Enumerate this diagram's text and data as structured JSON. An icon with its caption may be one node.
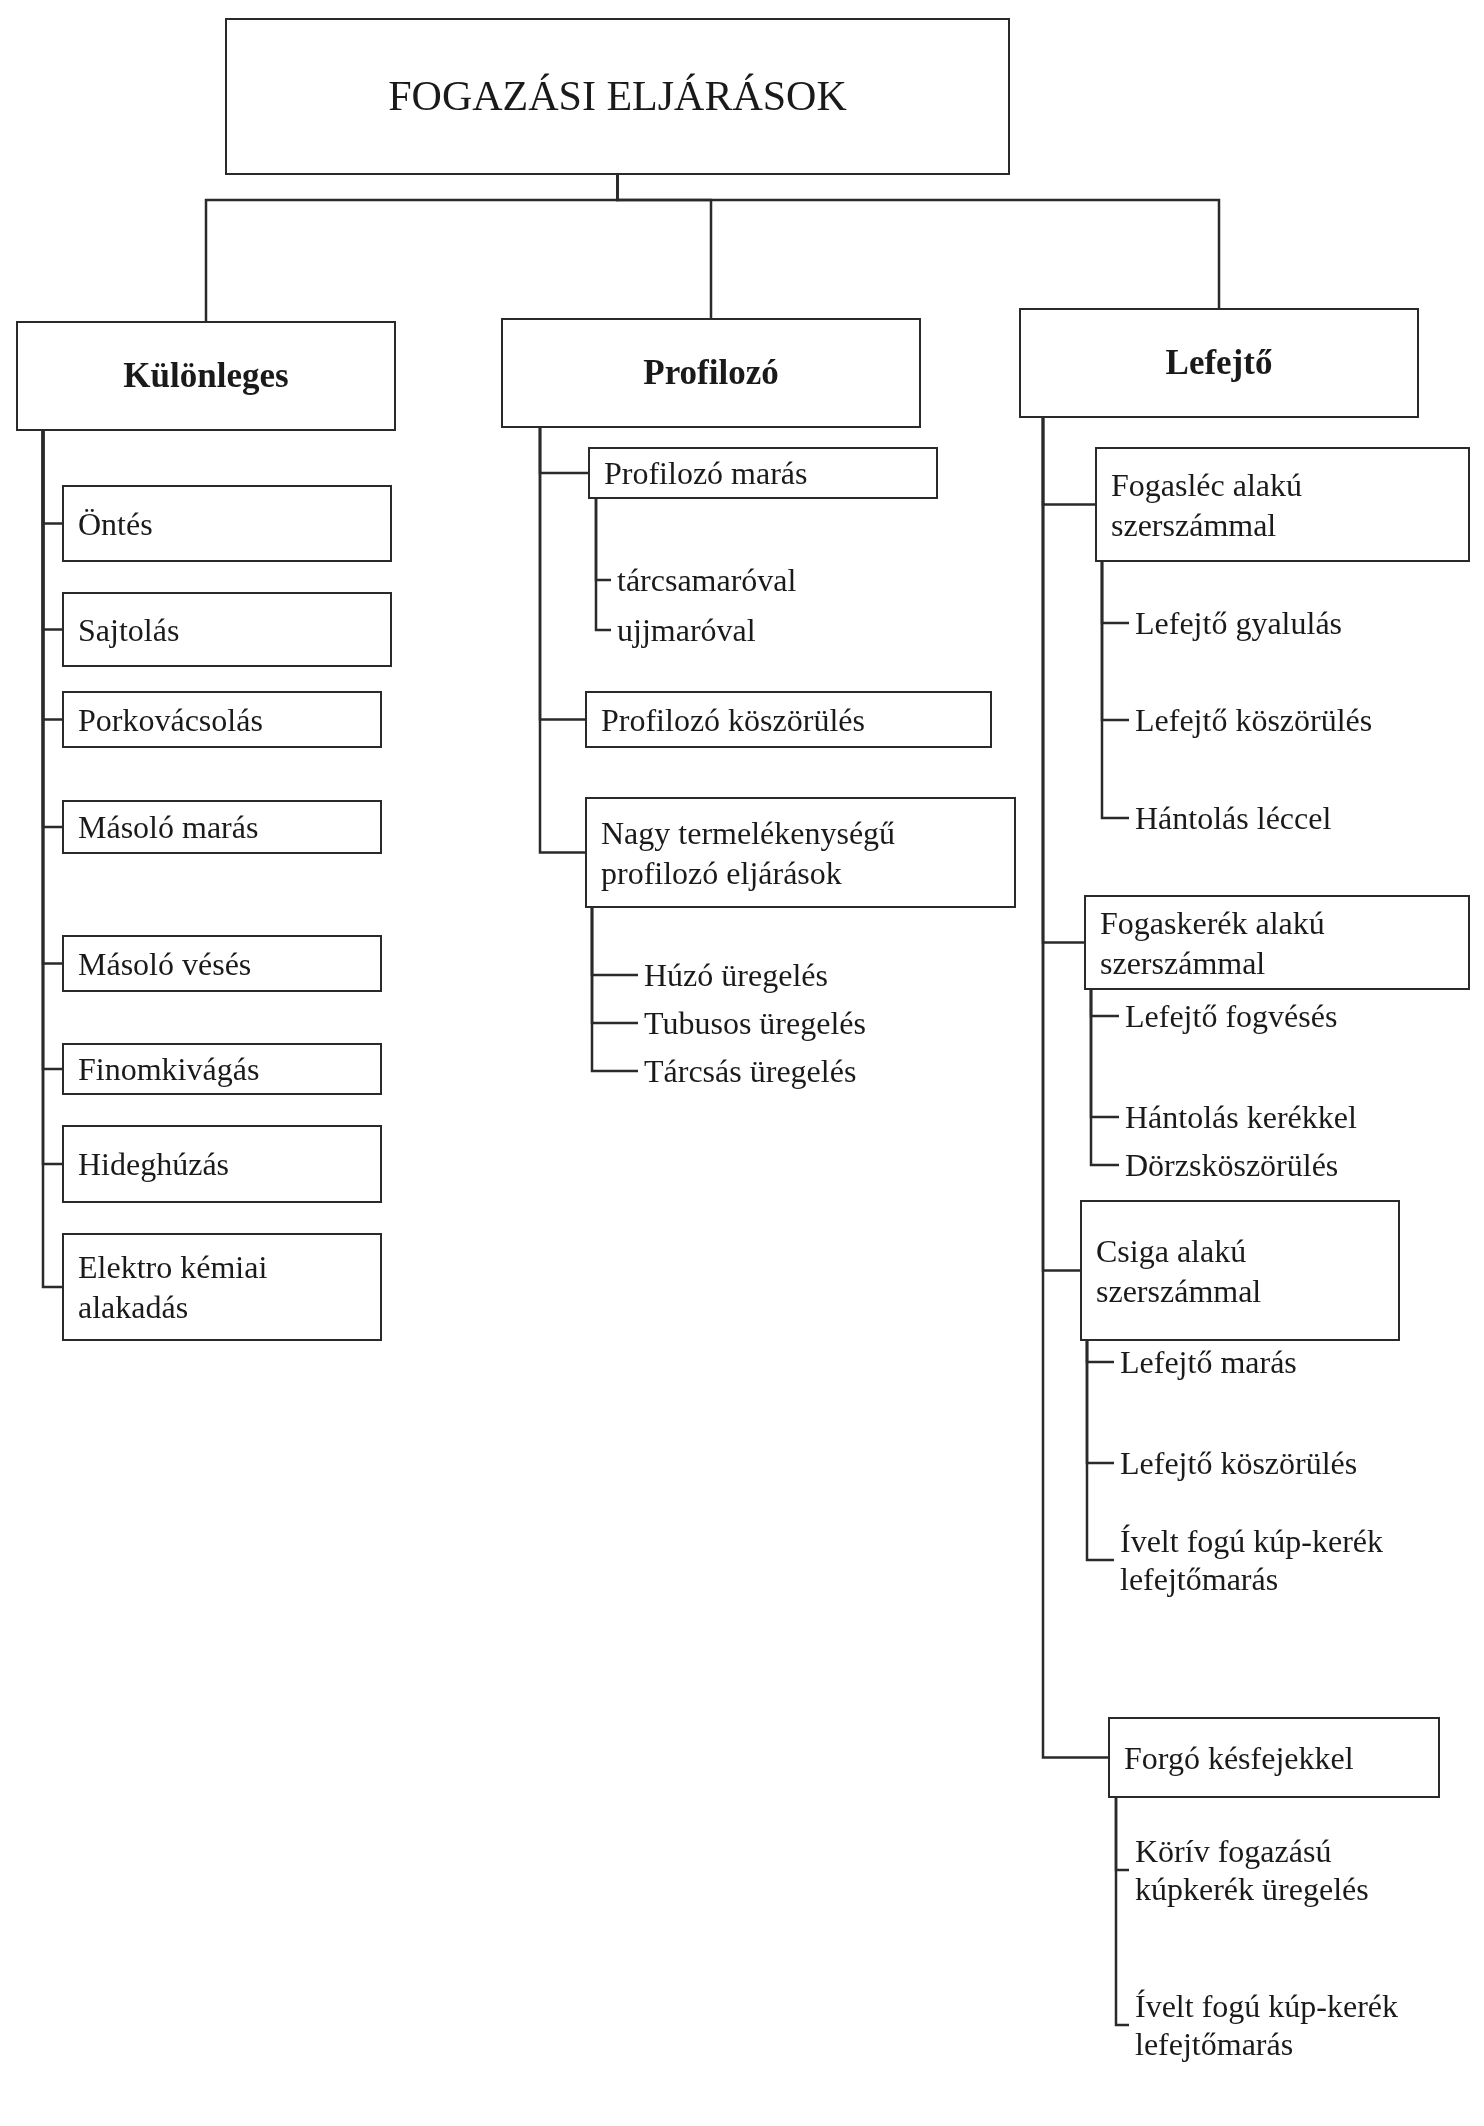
{
  "diagram": {
    "nodes": [
      {
        "text": [
          "FOGAZÁSI ELJÁRÁSOK"
        ]
      },
      {
        "text": [
          "Különleges"
        ]
      },
      {
        "text": [
          "Öntés"
        ]
      },
      {
        "text": [
          "Sajtolás"
        ]
      },
      {
        "text": [
          "Porkovácsolás"
        ]
      },
      {
        "text": [
          "Másoló marás"
        ]
      },
      {
        "text": [
          "Másoló vésés"
        ]
      },
      {
        "text": [
          "Finomkivágás"
        ]
      },
      {
        "text": [
          "Hideghúzás"
        ]
      },
      {
        "text": [
          "Elektro kémiai alakadás"
        ]
      },
      {
        "text": [
          "Profilozó"
        ]
      },
      {
        "text": [
          "Profilozó marás"
        ]
      },
      {
        "text": [
          "tárcsamaróval"
        ]
      },
      {
        "text": [
          "ujjmaróval"
        ]
      },
      {
        "text": [
          "Profilozó köszörülés"
        ]
      },
      {
        "text": [
          "Nagy termelékenységű profilozó eljárások"
        ]
      },
      {
        "text": [
          "Húzó üregelés"
        ]
      },
      {
        "text": [
          "Tubusos üregelés"
        ]
      },
      {
        "text": [
          "Tárcsás üregelés"
        ]
      },
      {
        "text": [
          "Lefejtő"
        ]
      },
      {
        "text": [
          "Fogasléc alakú szerszámmal"
        ]
      },
      {
        "text": [
          "Lefejtő gyalulás"
        ]
      },
      {
        "text": [
          "Lefejtő köszörülés"
        ]
      },
      {
        "text": [
          "Hántolás léccel"
        ]
      },
      {
        "text": [
          "Fogaskerék alakú szerszámmal"
        ]
      },
      {
        "text": [
          "Lefejtő fogvésés"
        ]
      },
      {
        "text": [
          "Hántolás kerékkel"
        ]
      },
      {
        "text": [
          "Dörzsköszörülés"
        ]
      },
      {
        "text": [
          "Csiga alakú szerszámmal"
        ]
      },
      {
        "text": [
          "Lefejtő marás"
        ]
      },
      {
        "text": [
          "Lefejtő köszörülés"
        ]
      },
      {
        "text": [
          "Ívelt fogú kúp-kerék lefejtőmarás"
        ]
      },
      {
        "text": [
          "Forgó késfejekkel"
        ]
      },
      {
        "text": [
          "Körív fogazású kúpkerék üregelés"
        ]
      },
      {
        "text": [
          "Ívelt fogú kúp-kerék lefejtőmarás"
        ]
      }
    ],
    "edges": [
      {
        "from": 0,
        "to": 1,
        "arrow": "none"
      },
      {
        "from": 0,
        "to": 10,
        "arrow": "none"
      },
      {
        "from": 0,
        "to": 19,
        "arrow": "none"
      },
      {
        "from": 1,
        "to": 2,
        "arrow": "none"
      },
      {
        "from": 1,
        "to": 3,
        "arrow": "none"
      },
      {
        "from": 1,
        "to": 4,
        "arrow": "none"
      },
      {
        "from": 1,
        "to": 5,
        "arrow": "none"
      },
      {
        "from": 1,
        "to": 6,
        "arrow": "none"
      },
      {
        "from": 1,
        "to": 7,
        "arrow": "none"
      },
      {
        "from": 1,
        "to": 8,
        "arrow": "none"
      },
      {
        "from": 1,
        "to": 9,
        "arrow": "none"
      },
      {
        "from": 10,
        "to": 11,
        "arrow": "none"
      },
      {
        "from": 11,
        "to": 12,
        "arrow": "none"
      },
      {
        "from": 11,
        "to": 13,
        "arrow": "none"
      },
      {
        "from": 10,
        "to": 14,
        "arrow": "none"
      },
      {
        "from": 10,
        "to": 15,
        "arrow": "none"
      },
      {
        "from": 15,
        "to": 16,
        "arrow": "none"
      },
      {
        "from": 15,
        "to": 17,
        "arrow": "none"
      },
      {
        "from": 15,
        "to": 18,
        "arrow": "none"
      },
      {
        "from": 19,
        "to": 20,
        "arrow": "none"
      },
      {
        "from": 20,
        "to": 21,
        "arrow": "none"
      },
      {
        "from": 20,
        "to": 22,
        "arrow": "none"
      },
      {
        "from": 20,
        "to": 23,
        "arrow": "none"
      },
      {
        "from": 19,
        "to": 24,
        "arrow": "none"
      },
      {
        "from": 24,
        "to": 25,
        "arrow": "none"
      },
      {
        "from": 24,
        "to": 26,
        "arrow": "none"
      },
      {
        "from": 24,
        "to": 27,
        "arrow": "none"
      },
      {
        "from": 19,
        "to": 28,
        "arrow": "none"
      },
      {
        "from": 28,
        "to": 29,
        "arrow": "none"
      },
      {
        "from": 28,
        "to": 30,
        "arrow": "none"
      },
      {
        "from": 28,
        "to": 31,
        "arrow": "none"
      },
      {
        "from": 19,
        "to": 32,
        "arrow": "none"
      },
      {
        "from": 32,
        "to": 33,
        "arrow": "none"
      },
      {
        "from": 32,
        "to": 34,
        "arrow": "none"
      }
    ]
  }
}
